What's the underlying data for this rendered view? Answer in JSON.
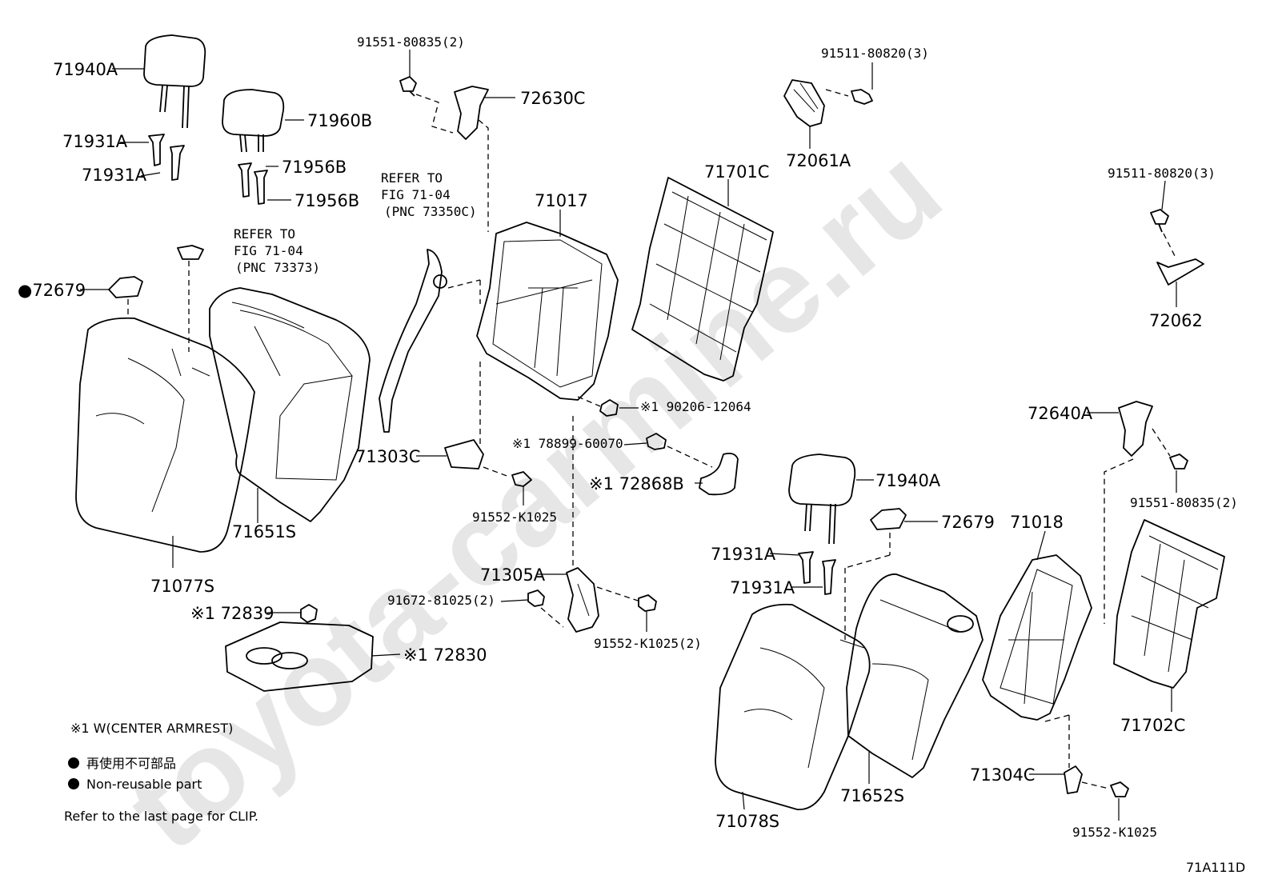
{
  "watermark": "toyota-carmine.ru",
  "diagram_code": "71A111D",
  "labels": {
    "p71940A_left": "71940A",
    "p71931A_l1": "71931A",
    "p71931A_l2": "71931A",
    "p71960B": "71960B",
    "p71956B_1": "71956B",
    "p71956B_2": "71956B",
    "p72679_left": "72679",
    "p71651S": "71651S",
    "p71077S": "71077S",
    "p91551_top": "91551-80835(2)",
    "p72630C": "72630C",
    "refer_belt_1": "REFER TO",
    "refer_belt_2": "FIG 71-04",
    "refer_belt_3": "(PNC 73350C)",
    "refer_pad_1": "REFER TO",
    "refer_pad_2": "FIG 71-04",
    "refer_pad_3": "(PNC 73373)",
    "p71017": "71017",
    "p71701C": "71701C",
    "p91511_top": "91511-80820(3)",
    "p72061A": "72061A",
    "p91511_right": "91511-80820(3)",
    "p72062": "72062",
    "p90206": "※1 90206-12064",
    "p78899": "※1 78899-60070",
    "p71303C": "71303C",
    "p91552_a": "91552-K1025",
    "p72868B": "※1 72868B",
    "p71305A": "71305A",
    "p91672": "91672-81025(2)",
    "p91552_b": "91552-K1025(2)",
    "p72839": "※1 72839",
    "p72830": "※1 72830",
    "p71940A_right": "71940A",
    "p72679_right": "72679",
    "p71931A_r1": "71931A",
    "p71931A_r2": "71931A",
    "p71018": "71018",
    "p72640A": "72640A",
    "p91551_right": "91551-80835(2)",
    "p71702C": "71702C",
    "p71304C": "71304C",
    "p91552_c": "91552-K1025",
    "p71652S": "71652S",
    "p71078S": "71078S"
  },
  "notes": {
    "option": "※1 W(CENTER ARMREST)",
    "non_reusable_jp": "再使用不可部品",
    "non_reusable_en": "Non-reusable part",
    "clip": "Refer to the last page for CLIP."
  }
}
